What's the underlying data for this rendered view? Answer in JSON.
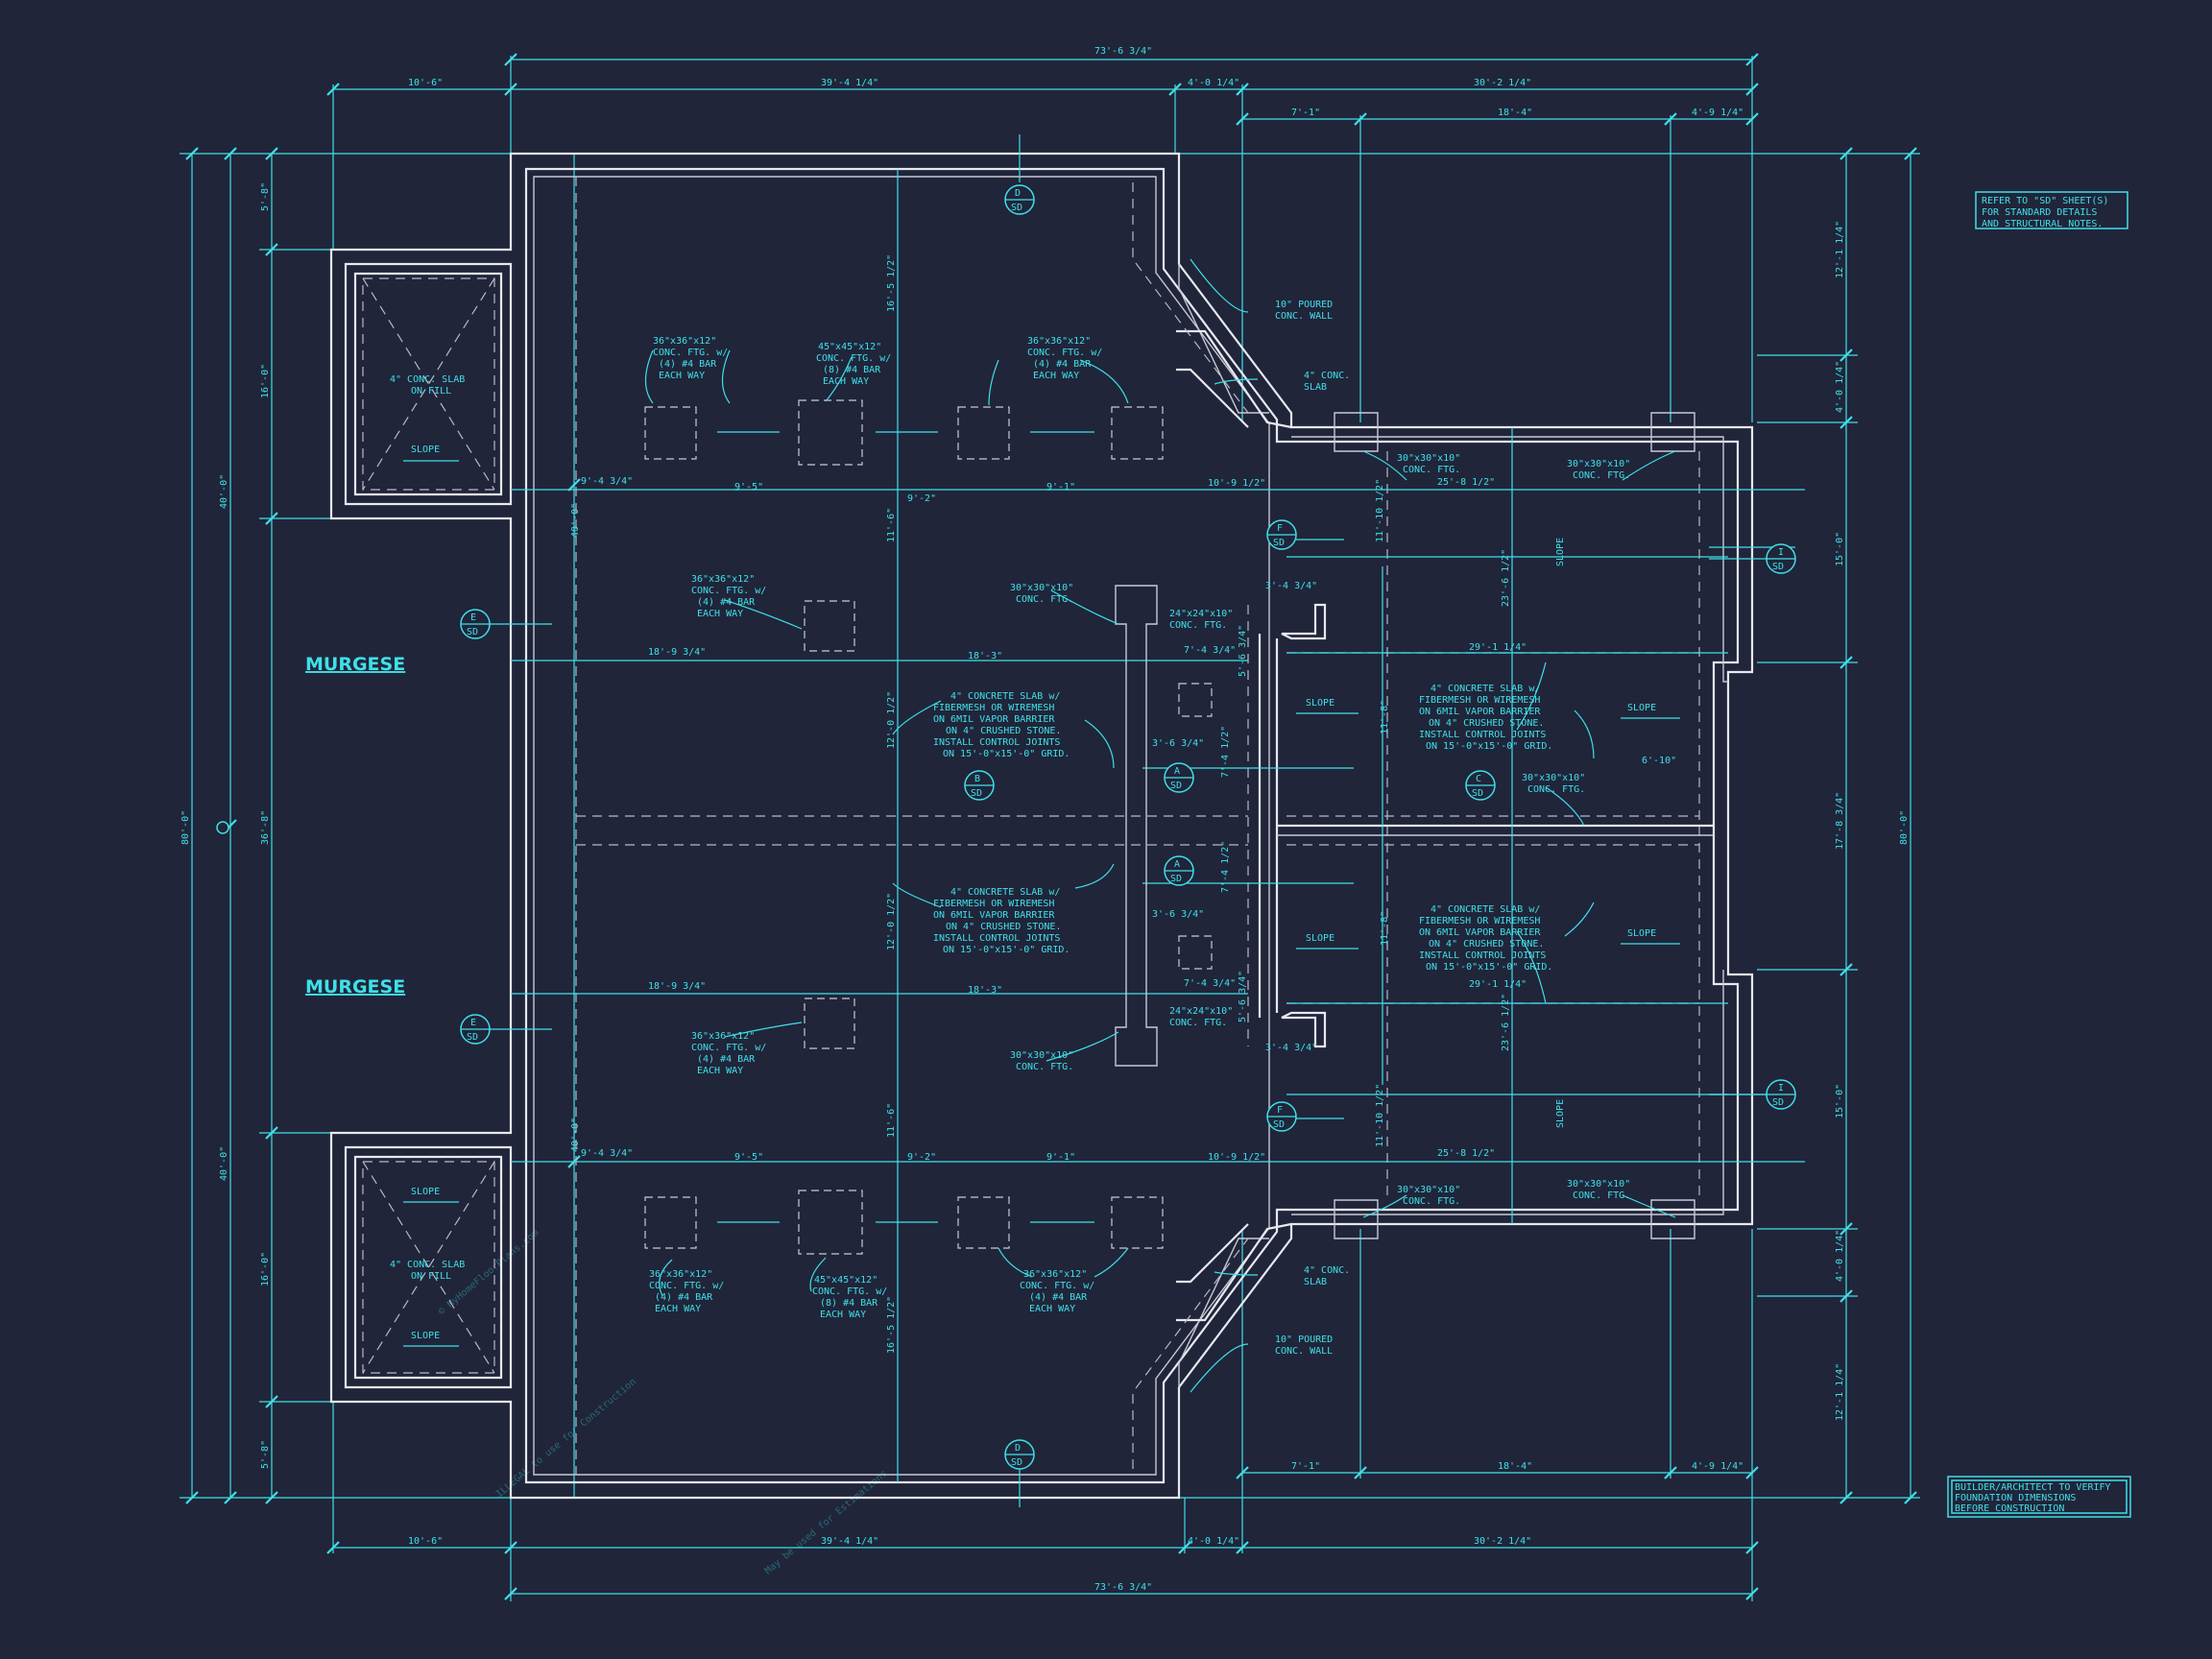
{
  "watermark": {
    "line1": "© MyHomeFloorPlans.com",
    "line2": "ILLEGAL to use for Construction",
    "line3": "May be used for Estimations"
  },
  "room_labels": {
    "upper": "MURGESE",
    "lower": "MURGESE"
  },
  "notes": {
    "refer_sd": [
      "REFER TO \"SD\" SHEET(S)",
      "FOR STANDARD DETAILS",
      "AND STRUCTURAL NOTES."
    ],
    "builder_verify": [
      "BUILDER/ARCHITECT TO VERIFY",
      "FOUNDATION DIMENSIONS",
      "BEFORE CONSTRUCTION"
    ]
  },
  "dimensions": {
    "overall_width": "73'-6 3/4\"",
    "left_porch": "10'-6\"",
    "main_width": "39'-4 1/4\"",
    "offset": "4'-0 1/4\"",
    "right_width": "30'-2 1/4\"",
    "r_seg_1": "7'-1\"",
    "r_seg_2": "18'-4\"",
    "r_seg_3": "4'-9 1/4\"",
    "overall_depth": "80'-0\"",
    "left_depth_1": "40'-0\"",
    "left_depth_2": "40'-0\"",
    "left_seg_a": "5'-8\"",
    "left_seg_b": "16'-0\"",
    "left_seg_c": "36'-8\"",
    "inner_depth": "40'-0\"",
    "right_depth": "80'-0\"",
    "right_seg_a": "12'-1 1/4\"",
    "right_seg_b": "4'-0 1/4\"",
    "right_seg_c": "15'-0\"",
    "right_seg_d": "17'-8 3/4\"",
    "row1_a": "9'-4 3/4\"",
    "row1_b": "9'-5\"",
    "row1_c": "9'-2\"",
    "row1_d": "9'-1\"",
    "row1_e": "10'-9 1/2\"",
    "mid_a": "18'-9 3/4\"",
    "mid_b": "18'-3\"",
    "col_a": "16'-5 1/2\"",
    "col_b": "11'-6\"",
    "col_c": "12'-0 1/2\"",
    "r_mid_a": "25'-8 1/2\"",
    "r_mid_b": "23'-6 1/2\"",
    "r_mid_c": "29'-1 1/4\"",
    "r_mid_d": "6'-10\"",
    "r_mid_e": "11'-10 1/2\"",
    "r_mid_f": "3'-4 3/4\"",
    "r_mid_g": "7'-4 3/4\"",
    "r_mid_h": "3'-6 3/4\"",
    "r_mid_i": "11'-8\"",
    "r_mid_j": "5'-6 3/4\"",
    "r_mid_k": "7'-4 1/2\""
  },
  "callouts": {
    "ftg_36_4": [
      "36\"x36\"x12\"",
      "CONC. FTG. w/",
      "(4) #4 BAR",
      "EACH WAY"
    ],
    "ftg_45_8": [
      "45\"x45\"x12\"",
      "CONC. FTG. w/",
      "(8) #4 BAR",
      "EACH WAY"
    ],
    "ftg_30": [
      "30\"x30\"x10\"",
      "CONC. FTG."
    ],
    "ftg_24": [
      "24\"x24\"x10\"",
      "CONC. FTG."
    ],
    "slab_main": [
      "4\" CONCRETE SLAB w/",
      "FIBERMESH OR WIREMESH",
      "ON 6MIL VAPOR BARRIER",
      "ON 4\" CRUSHED STONE.",
      "INSTALL CONTROL JOINTS",
      "ON 15'-0\"x15'-0\" GRID."
    ],
    "poured_wall": [
      "10\" POURED",
      "CONC. WALL"
    ],
    "conc_slab": [
      "4\" CONC.",
      "SLAB"
    ],
    "slab_on_fill": [
      "4\" CONC. SLAB",
      "ON FILL"
    ],
    "slope": "SLOPE"
  },
  "section_markers": [
    {
      "id": "D",
      "sheet": "SD"
    },
    {
      "id": "E",
      "sheet": "SD"
    },
    {
      "id": "F",
      "sheet": "SD"
    },
    {
      "id": "B",
      "sheet": "SD"
    },
    {
      "id": "A",
      "sheet": "SD"
    },
    {
      "id": "C",
      "sheet": "SD"
    },
    {
      "id": "I",
      "sheet": "SD"
    }
  ]
}
